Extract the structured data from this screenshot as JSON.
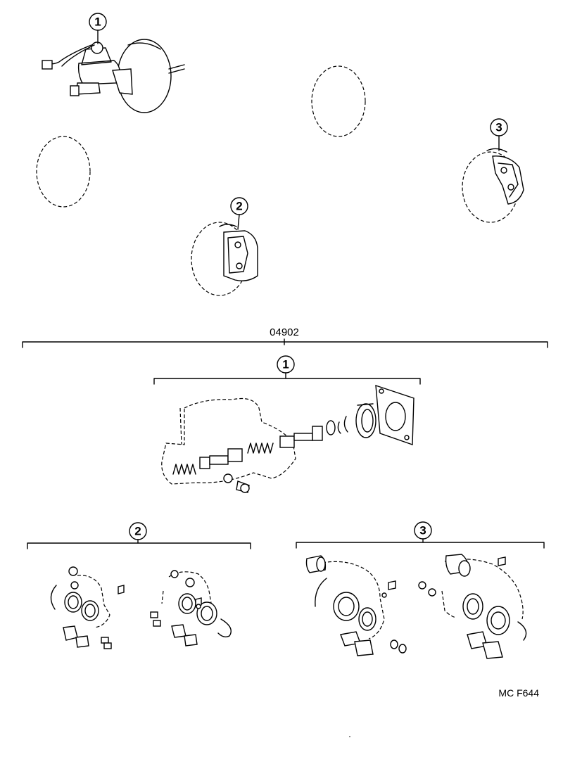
{
  "callouts": {
    "one": "1",
    "two": "2",
    "three": "3"
  },
  "kit": {
    "part_number": "04902"
  },
  "diagram_code": "MC F644"
}
